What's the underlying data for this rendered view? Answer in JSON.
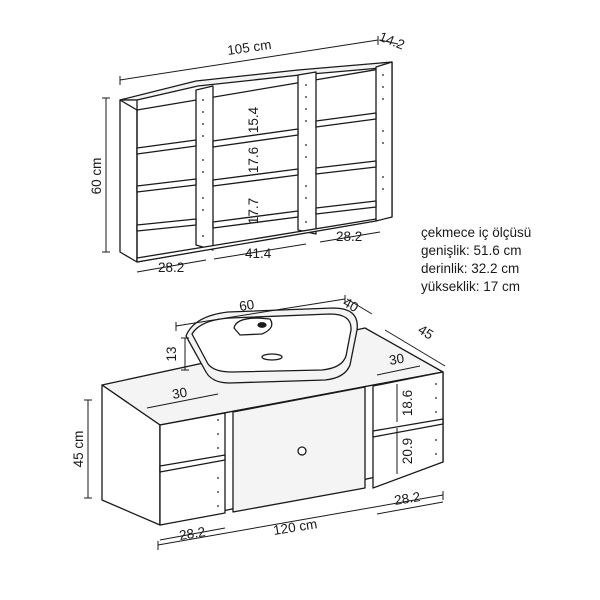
{
  "shelf": {
    "width": "105 cm",
    "depth": "14.2",
    "height": "60 cm",
    "compartment_heights": [
      "15.4",
      "17.6",
      "17.7"
    ],
    "compartment_widths": [
      "28.2",
      "41.4",
      "28.2"
    ]
  },
  "drawer_info": {
    "title": "çekmece iç ölçüsü",
    "width": "genişlik: 51.6 cm",
    "depth": "derinlik: 32.2 cm",
    "height": "yükseklik: 17 cm"
  },
  "basin": {
    "width": "60",
    "depth": "40",
    "height": "13"
  },
  "cabinet": {
    "depth": "45",
    "height": "45 cm",
    "width": "120 cm",
    "top_depth_left": "30",
    "top_depth_right": "30",
    "right_shelf_heights": [
      "18.6",
      "20.9"
    ],
    "bottom_left_width": "28.2",
    "bottom_right_width": "28.2"
  },
  "colors": {
    "line": "#1a1a1a",
    "panel": "#f4f4f4",
    "edge": "#d9d9d9"
  }
}
